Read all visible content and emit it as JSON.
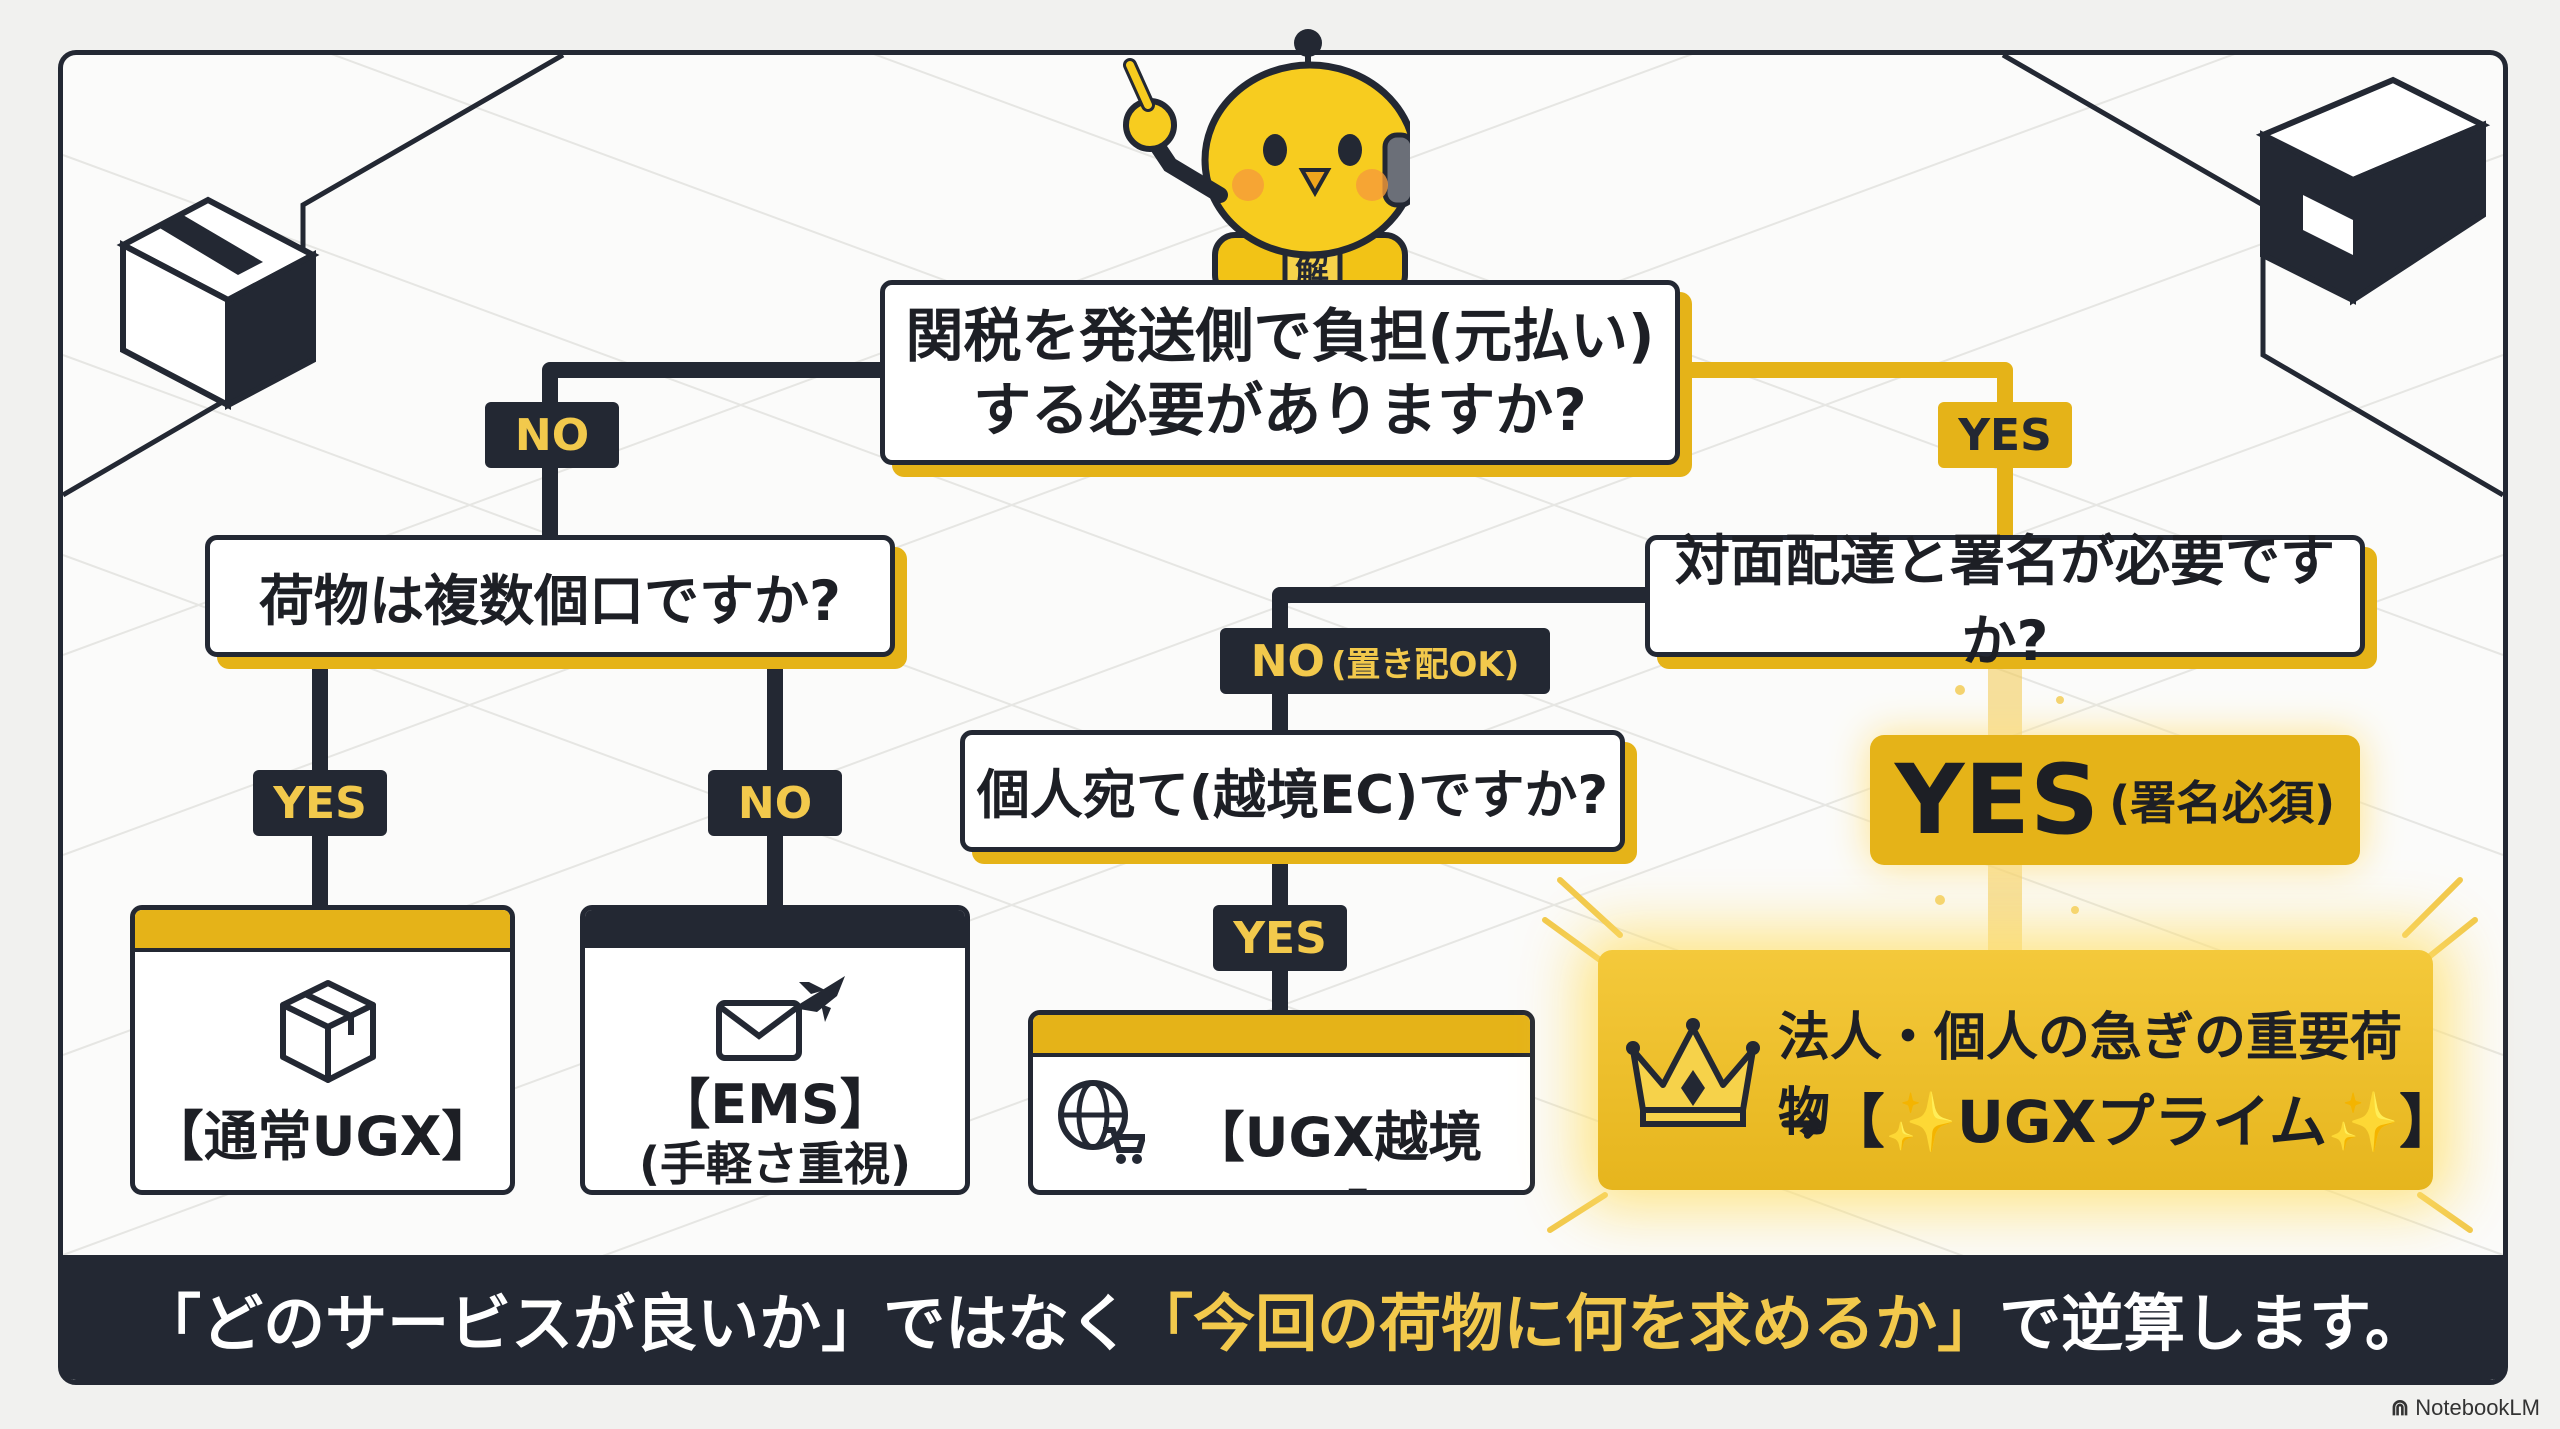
{
  "question_main": {
    "line1": "関税を発送側で負担(元払い)",
    "line2": "する必要がありますか?"
  },
  "question_left": "荷物は複数個口ですか?",
  "question_right": "対面配達と署名が必要ですか?",
  "question_mid": "個人宛て(越境EC)ですか?",
  "tags": {
    "main_no": "NO",
    "main_yes": "YES",
    "left_yes": "YES",
    "left_no": "NO",
    "right_no": "NO",
    "right_no_note": "(置き配OK)",
    "mid_yes": "YES"
  },
  "yes_sign": {
    "big": "YES",
    "small": "(署名必須)"
  },
  "results": {
    "normal": "【通常UGX】",
    "ems_title": "【EMS】",
    "ems_note": "(手軽さ重視)",
    "ec": "【UGX越境EC】"
  },
  "prime": {
    "line1": "法人・個人の急ぎの重要荷物",
    "line2": "➜【✨UGXプライム✨】"
  },
  "footer": {
    "part1": "「どのサービスが良いか」ではなく",
    "part2": "「今回の荷物に何を求めるか」",
    "part3": "で逆算します。"
  },
  "credit": "NotebookLM",
  "colors": {
    "accent": "#e5b318",
    "dark": "#232833",
    "glow": "#ffe38a"
  },
  "icons": [
    "box-icon",
    "envelope-plane-icon",
    "globe-cart-icon",
    "crown-icon",
    "robot-mascot-icon",
    "sparkle-icon"
  ]
}
